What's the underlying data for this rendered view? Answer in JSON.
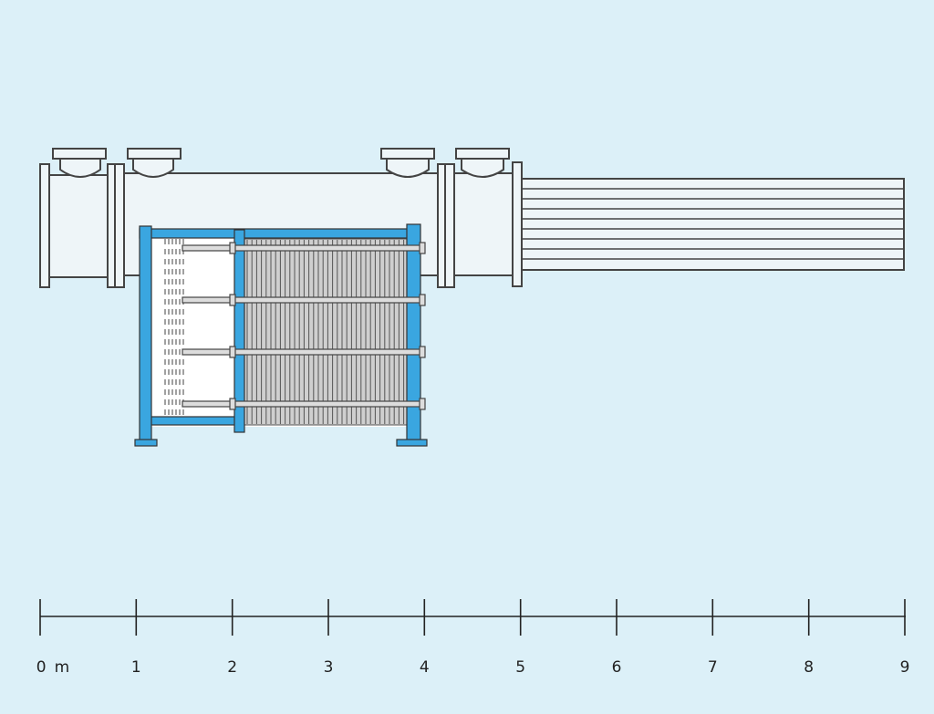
{
  "scale": {
    "unit_label": "m",
    "ticks": [
      "0",
      "1",
      "2",
      "3",
      "4",
      "5",
      "6",
      "7",
      "8",
      "9"
    ]
  },
  "colors": {
    "background": "#dcf0f8",
    "frame_blue": "#3aa6e0",
    "line": "#444444",
    "plate_fill": "#cccccc",
    "light_part": "#eef5f8"
  }
}
